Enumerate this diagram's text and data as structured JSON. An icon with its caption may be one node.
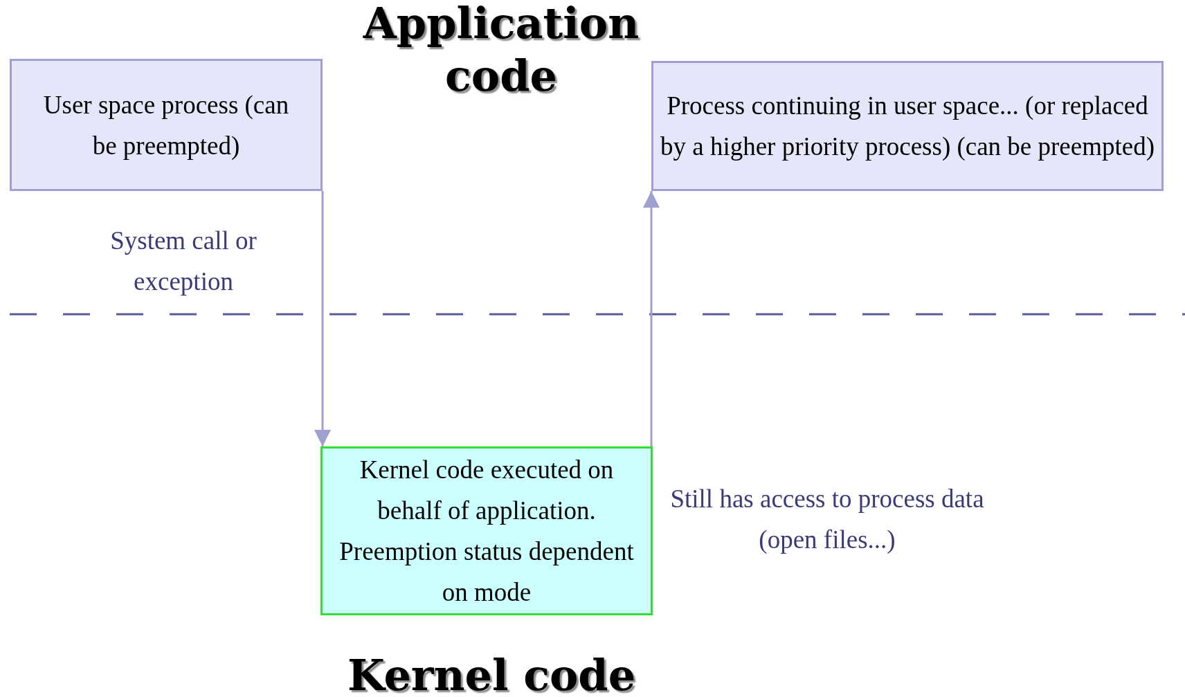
{
  "diagram": {
    "title": "Application code",
    "nodes": [
      {
        "text": [
          "User space process (can be preempted)"
        ]
      },
      {
        "text": [
          "Process continuing in user space... (or replaced by a higher priority process) (can be preempted)"
        ]
      },
      {
        "text": [
          "Kernel code executed on behalf of application. Preemption status dependent  on mode"
        ]
      }
    ],
    "edges": [
      {
        "from": 0,
        "to": 2,
        "arrow": "to"
      },
      {
        "from": 2,
        "to": 1,
        "arrow": "to"
      }
    ],
    "labels": [
      "System call or exception",
      "Still has access to process data (open files...)",
      "Kernel code"
    ]
  }
}
